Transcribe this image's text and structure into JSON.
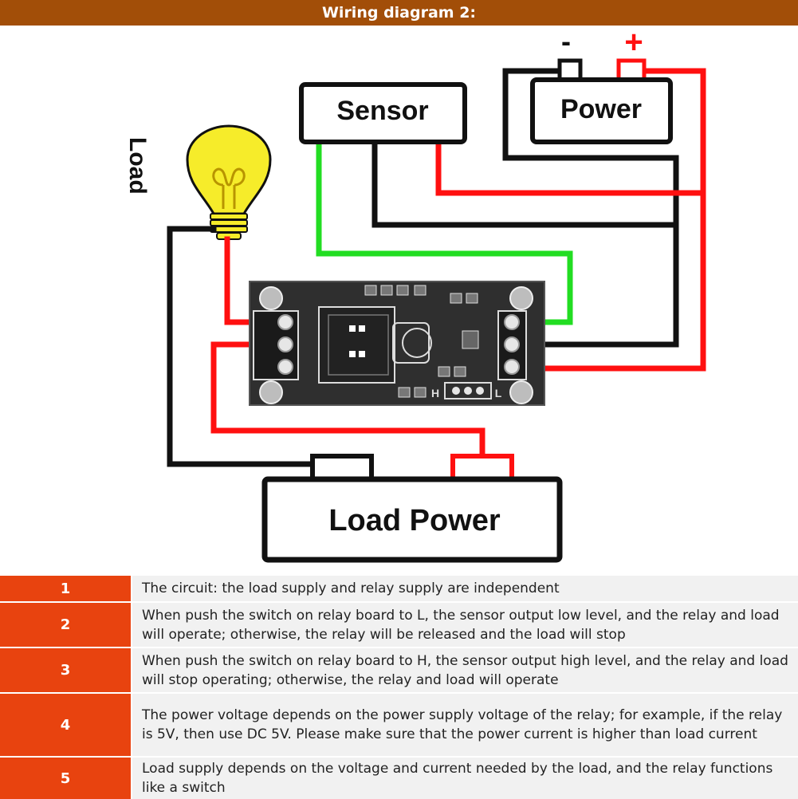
{
  "header": {
    "title": "Wiring diagram 2:"
  },
  "diagram": {
    "load_label": "Load",
    "sensor_label": "Sensor",
    "power_label": "Power",
    "minus_sign": "-",
    "plus_sign": "+",
    "load_power_label": "Load Power",
    "switch_h_label": "H",
    "switch_l_label": "L"
  },
  "notes": [
    {
      "num": "1",
      "text": "The circuit: the load supply and relay supply are independent"
    },
    {
      "num": "2",
      "text": "When push the switch on relay board to L, the sensor output low level, and the relay and load will operate; otherwise, the relay will be released and the load will stop"
    },
    {
      "num": "3",
      "text": "When push the switch on relay board to H, the sensor output high level, and the relay and load will stop operating; otherwise, the relay and load will operate"
    },
    {
      "num": "4",
      "text": "The power voltage depends on the power supply voltage of the relay; for example, if the relay is 5V, then  use DC 5V. Please make sure that the power current is higher than load current"
    },
    {
      "num": "5",
      "text": "Load supply depends on the voltage and current needed by the load, and the relay functions like a switch"
    }
  ],
  "colors": {
    "header_bg": "#a24e08",
    "number_bg": "#e8430f",
    "wire_red": "#ff1010",
    "wire_green": "#22dd22",
    "wire_black": "#111111",
    "bulb_yellow": "#f6ec2a"
  }
}
